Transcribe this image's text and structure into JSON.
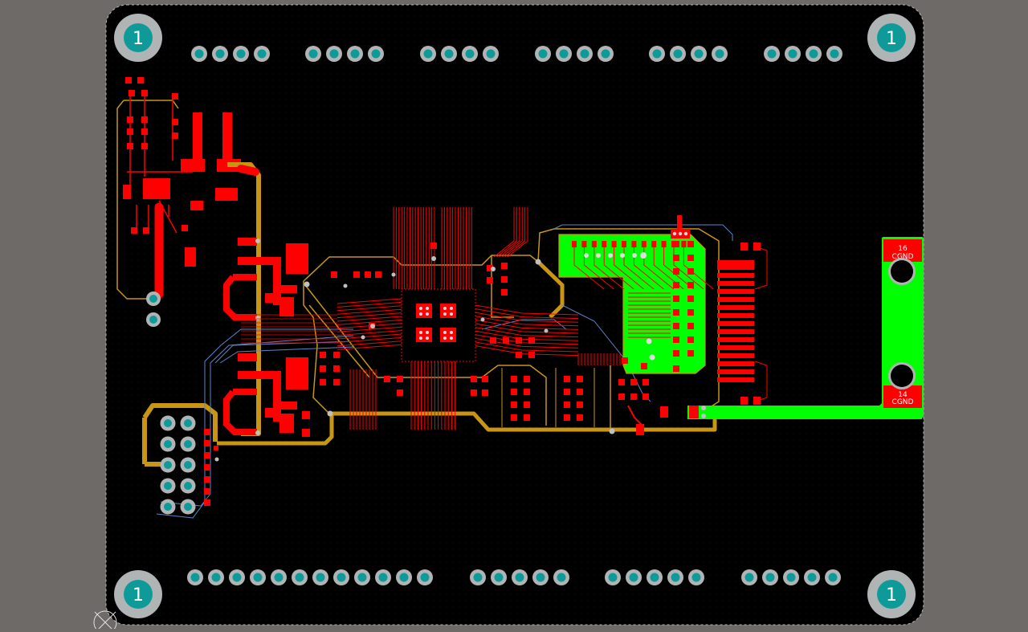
{
  "colors": {
    "background": "#6e6a68",
    "board": "#000000",
    "board_outline": "#b8b8b8",
    "top_copper": "#ff0000",
    "bottom_copper": "#5b86c8",
    "mech_layer": "#c89612",
    "pour": "#00ff00",
    "pad_ring": "#b0b4b4",
    "pad_hole": "#0f9a9a",
    "drill": "#ffffff"
  },
  "mounting_holes": {
    "label": "1",
    "positions": [
      "top-left",
      "top-right",
      "bottom-left",
      "bottom-right"
    ]
  },
  "header_pins": {
    "top_groups": 6,
    "pins_per_top_group": 4,
    "bottom_groups": [
      12,
      5,
      5,
      5
    ]
  },
  "left_connector": {
    "rows": 5,
    "cols": 2
  },
  "edge_connector": {
    "pad_top": {
      "number": "16",
      "net": "CGND"
    },
    "pad_bottom": {
      "number": "14",
      "net": "CGND"
    }
  },
  "origin_marker": "origin-cross-icon"
}
